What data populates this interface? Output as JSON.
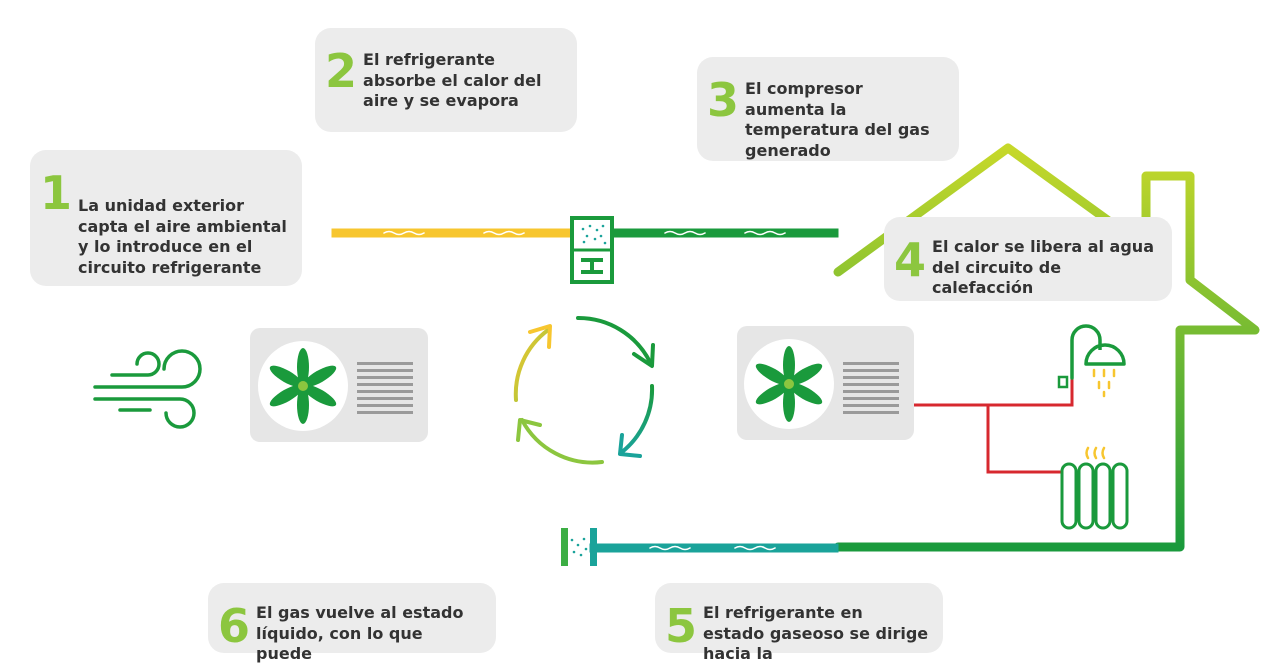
{
  "steps": [
    {
      "number": "1",
      "text": "La unidad exterior capta el aire ambiental y lo introduce en el circuito refrigerante"
    },
    {
      "number": "2",
      "text": "El refrigerante absorbe el calor del aire y se evapora"
    },
    {
      "number": "3",
      "text": "El compresor aumenta la temperatura del gas generado"
    },
    {
      "number": "4",
      "text": "El calor se libera al agua del circuito de calefacción"
    },
    {
      "number": "5",
      "text": "El refrigerante en estado gaseoso se dirige hacia la"
    },
    {
      "number": "6",
      "text": "El gas vuelve al estado líquido, con lo que puede"
    }
  ],
  "icons": {
    "wind": "wind-icon",
    "outdoor_unit": "outdoor-fan-unit-icon",
    "indoor_unit": "indoor-fan-unit-icon",
    "evaporator": "evaporator-icon",
    "expansion_valve": "expansion-valve-icon",
    "cycle": "cycle-arrows-icon",
    "house": "house-outline-icon",
    "shower": "shower-icon",
    "radiator": "radiator-icon"
  },
  "colors": {
    "brand_green": "#8cc63f",
    "dark_green": "#1a9a3c",
    "yellow": "#f7c62f",
    "teal": "#1aa39a",
    "hot_water_red": "#d7282f",
    "card_bg": "#ececec"
  }
}
